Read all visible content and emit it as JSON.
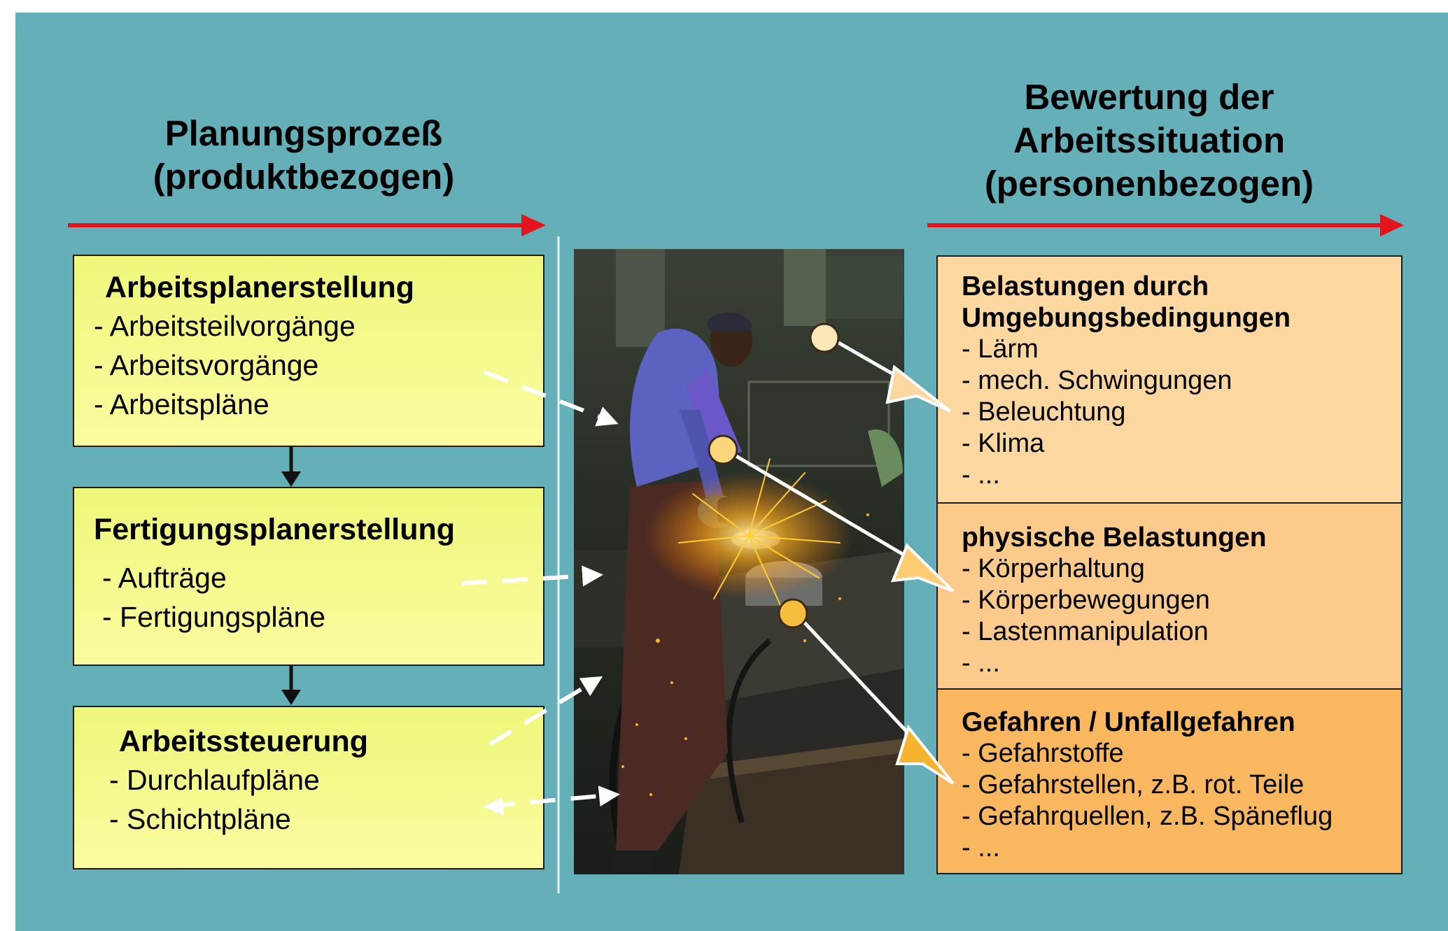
{
  "left_heading": {
    "line1": "Planungsprozeß",
    "line2": "(produktbezogen)"
  },
  "right_heading": {
    "line1": "Bewertung der",
    "line2": "Arbeitssituation",
    "line3": "(personenbezogen)"
  },
  "left_boxes": [
    {
      "title": "Arbeitsplanerstellung",
      "items": [
        "- Arbeitsteilvorgänge",
        "- Arbeitsvorgänge",
        "- Arbeitspläne"
      ]
    },
    {
      "title": "Fertigungsplanerstellung",
      "items": [
        "- Aufträge",
        "- Fertigungspläne"
      ]
    },
    {
      "title": "Arbeitssteuerung",
      "items": [
        "- Durchlaufpläne",
        "- Schichtpläne"
      ]
    }
  ],
  "right_boxes": [
    {
      "title_line1": "Belastungen durch",
      "title_line2": "Umgebungsbedingungen",
      "items": [
        "- Lärm",
        "- mech. Schwingungen",
        "- Beleuchtung",
        "- Klima",
        "- ..."
      ]
    },
    {
      "title": "physische Belastungen",
      "items": [
        "- Körperhaltung",
        "- Körperbewegungen",
        "- Lastenmanipulation",
        "- ..."
      ]
    },
    {
      "title": "Gefahren / Unfallgefahren",
      "items": [
        "- Gefahrstoffe",
        "- Gefahrstellen, z.B. rot. Teile",
        "- Gefahrquellen, z.B. Späneflug",
        "- ..."
      ]
    }
  ],
  "colors": {
    "background": "#64afb8",
    "left_box_fill": "#f4f98a",
    "right_box_fill_1": "#fcd79f",
    "right_box_fill_2": "#fccb8c",
    "right_box_fill_3": "#f9b85f",
    "header_arrow": "#e3141b"
  },
  "icons": {
    "photo": "worker-grinding-metal-photo",
    "header_arrows": "red-right-arrow-icon",
    "flow_arrows": "black-down-arrow-icon",
    "dashed_arrows": "white-dashed-arrow-icon",
    "pointer_arrows": "yellow-pointer-arrow-icon"
  }
}
